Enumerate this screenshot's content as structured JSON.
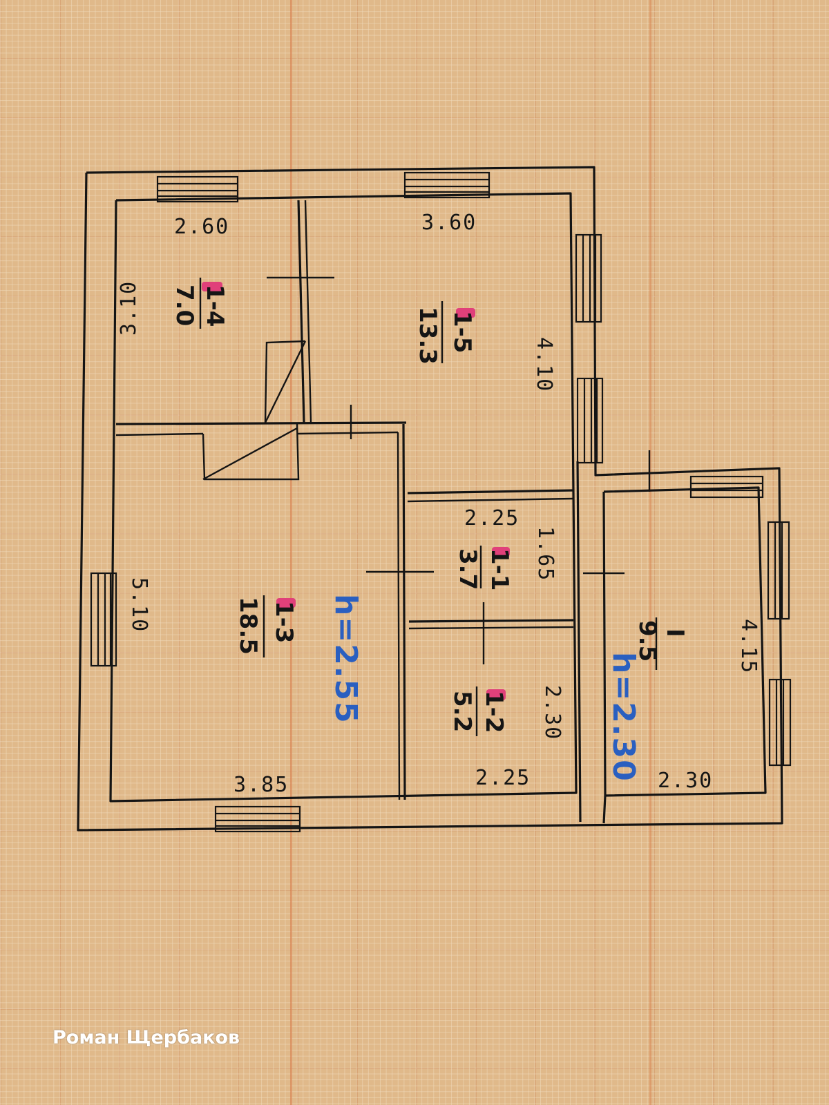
{
  "plan": {
    "wall_dims": {
      "room4_top": "2.60",
      "room5_top": "3.60",
      "room4_left": "3.10",
      "room5_right": "4.10",
      "room1_top": "2.25",
      "room1_right": "1.65",
      "room3_left": "5.10",
      "room3_bottom": "3.85",
      "room2_right": "2.30",
      "room2_bottom": "2.25",
      "roomI_right": "4.15",
      "roomI_bottom": "2.30"
    },
    "rooms": [
      {
        "id": "1-4",
        "area": "7.0"
      },
      {
        "id": "1-5",
        "area": "13.3"
      },
      {
        "id": "1-1",
        "area": "3.7"
      },
      {
        "id": "1-3",
        "area": "18.5"
      },
      {
        "id": "1-2",
        "area": "5.2"
      },
      {
        "id": "I",
        "area": "9.5"
      }
    ],
    "ceiling_heights": {
      "main": "h=2.55",
      "annex": "h=2.30"
    },
    "ink_colors": {
      "lines": "#141414",
      "mark": "#e0407a",
      "height": "#2a5fc0"
    }
  },
  "watermark": "Роман Щербаков"
}
